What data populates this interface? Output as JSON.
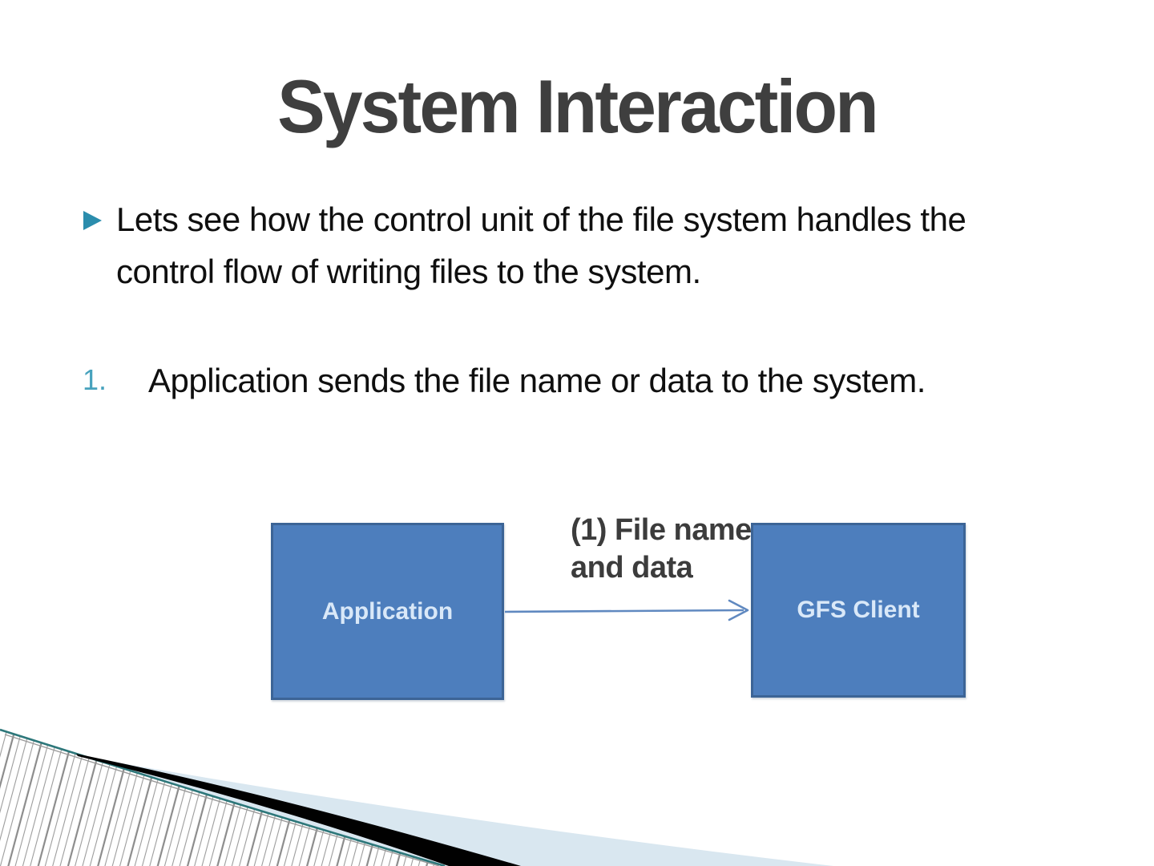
{
  "slide": {
    "title": "System Interaction",
    "bullet": {
      "marker_icon": "right-triangle-bullet",
      "text": "Lets see how the control unit of the file system handles the control flow of writing files to the system."
    },
    "numbered_item": {
      "number": "1.",
      "text": "Application sends the file name or data to the system."
    },
    "diagram": {
      "left_box": "Application",
      "right_box": "GFS Client",
      "arrow_label_line1": "(1) File name",
      "arrow_label_line2": "and data"
    },
    "colors": {
      "title_text": "#3f3f3f",
      "body_text": "#0f0f0f",
      "bullet_marker": "#2b8dad",
      "number_text": "#47a2bd",
      "box_fill": "#4d7ebd",
      "box_border": "#3c6496",
      "box_text": "#d9e8f8",
      "arrow": "#6089c0",
      "arrow_label_text": "#3c3c3c",
      "footer_light_blue": "#d9e7f0",
      "footer_black": "#010101",
      "footer_teal_edge": "#2d777a",
      "footer_hatch_line": "#9b9b9b"
    }
  }
}
